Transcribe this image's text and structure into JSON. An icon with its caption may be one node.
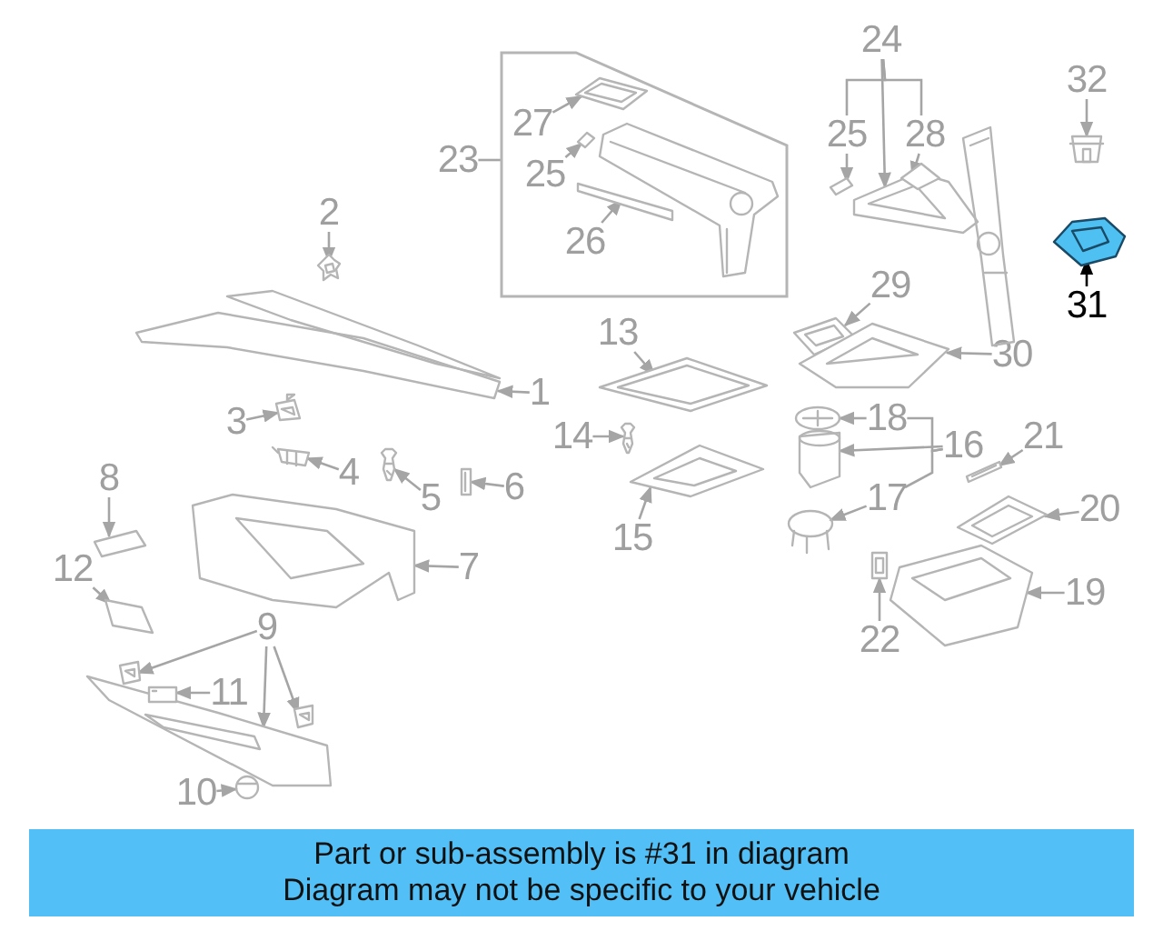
{
  "diagram": {
    "nodes": [
      {
        "text": [
          "24"
        ]
      },
      {
        "text": [
          "32"
        ]
      },
      {
        "text": [],
        "shape": "box"
      },
      {
        "text": [
          "27"
        ],
        "in": 2
      },
      {
        "text": [
          "25"
        ],
        "in": 2
      },
      {
        "text": [
          "26"
        ],
        "in": 2
      },
      {
        "text": [
          "23"
        ]
      },
      {
        "text": [
          "25"
        ]
      },
      {
        "text": [
          "28"
        ]
      },
      {
        "text": [
          "2"
        ]
      },
      {
        "text": [
          "31"
        ]
      },
      {
        "text": [
          "29"
        ]
      },
      {
        "text": [
          "13"
        ]
      },
      {
        "text": [
          "30"
        ]
      },
      {
        "text": [
          "1"
        ]
      },
      {
        "text": [
          "3"
        ]
      },
      {
        "text": [
          "18"
        ]
      },
      {
        "text": [
          "16"
        ]
      },
      {
        "text": [
          "21"
        ]
      },
      {
        "text": [
          "14"
        ]
      },
      {
        "text": [
          "4"
        ]
      },
      {
        "text": [
          "5"
        ]
      },
      {
        "text": [
          "6"
        ]
      },
      {
        "text": [
          "8"
        ]
      },
      {
        "text": [
          "17"
        ]
      },
      {
        "text": [
          "20"
        ]
      },
      {
        "text": [
          "15"
        ]
      },
      {
        "text": [
          "12"
        ]
      },
      {
        "text": [
          "7"
        ]
      },
      {
        "text": [
          "19"
        ]
      },
      {
        "text": [
          "9"
        ]
      },
      {
        "text": [
          "22"
        ]
      },
      {
        "text": [
          "11"
        ]
      },
      {
        "text": [
          "10"
        ]
      },
      {
        "text": [
          "Part or sub-assembly is #31 in diagram",
          "Diagram may not be specific to your vehicle"
        ]
      },
      {
        "text": [],
        "shape": "picture",
        "in": 2
      },
      {
        "text": [],
        "shape": "picture",
        "in": 2
      },
      {
        "text": [],
        "shape": "picture",
        "in": 2
      },
      {
        "text": [],
        "shape": "picture"
      },
      {
        "text": [],
        "shape": "picture"
      },
      {
        "text": [],
        "shape": "picture"
      },
      {
        "text": [],
        "shape": "picture"
      },
      {
        "text": [],
        "shape": "picture"
      },
      {
        "text": [],
        "shape": "picture"
      },
      {
        "text": [],
        "shape": "picture"
      },
      {
        "text": [],
        "shape": "picture"
      },
      {
        "text": [],
        "shape": "picture"
      },
      {
        "text": [],
        "shape": "picture"
      },
      {
        "text": [],
        "shape": "picture"
      },
      {
        "text": [],
        "shape": "picture"
      },
      {
        "text": [],
        "shape": "picture"
      },
      {
        "text": [],
        "shape": "picture"
      },
      {
        "text": [],
        "shape": "picture"
      },
      {
        "text": [],
        "shape": "picture"
      },
      {
        "text": [],
        "shape": "picture"
      },
      {
        "text": [],
        "shape": "picture"
      },
      {
        "text": [],
        "shape": "picture"
      },
      {
        "text": [],
        "shape": "picture"
      },
      {
        "text": [],
        "shape": "picture"
      },
      {
        "text": [],
        "shape": "picture"
      },
      {
        "text": [],
        "shape": "picture"
      },
      {
        "text": [],
        "shape": "picture"
      },
      {
        "text": [],
        "shape": "picture"
      },
      {
        "text": [],
        "shape": "picture"
      },
      {
        "text": [],
        "shape": "picture"
      },
      {
        "text": [],
        "shape": "picture"
      },
      {
        "text": [],
        "shape": "picture"
      },
      {
        "text": [],
        "shape": "picture"
      },
      {
        "text": [],
        "shape": "picture"
      },
      {
        "text": [],
        "shape": "picture",
        "in": 2
      },
      {
        "text": [],
        "shape": "picture"
      }
    ],
    "edges": [
      {
        "from": 0,
        "to": 7,
        "arrow": "none"
      },
      {
        "from": 0,
        "to": 38,
        "arrow": "to"
      },
      {
        "from": 0,
        "to": 8,
        "arrow": "none"
      },
      {
        "from": 7,
        "to": 39,
        "arrow": "to"
      },
      {
        "from": 8,
        "to": 40,
        "arrow": "to"
      },
      {
        "from": 1,
        "to": 41,
        "arrow": "to"
      },
      {
        "from": 10,
        "to": 42,
        "arrow": "to",
        "color": "#000000"
      },
      {
        "from": 6,
        "to": 2,
        "arrow": "none"
      },
      {
        "from": 3,
        "to": 35,
        "arrow": "to"
      },
      {
        "from": 4,
        "to": 36,
        "arrow": "to"
      },
      {
        "from": 5,
        "to": 37,
        "arrow": "to"
      },
      {
        "from": 9,
        "to": 43,
        "arrow": "to"
      },
      {
        "from": 14,
        "to": 44,
        "arrow": "to"
      },
      {
        "from": 15,
        "to": 45,
        "arrow": "to"
      },
      {
        "from": 20,
        "to": 46,
        "arrow": "to"
      },
      {
        "from": 21,
        "to": 47,
        "arrow": "to"
      },
      {
        "from": 22,
        "to": 48,
        "arrow": "to"
      },
      {
        "from": 28,
        "to": 49,
        "arrow": "to"
      },
      {
        "from": 23,
        "to": 50,
        "arrow": "to"
      },
      {
        "from": 27,
        "to": 51,
        "arrow": "to"
      },
      {
        "from": 30,
        "to": 52,
        "arrow": "to"
      },
      {
        "from": 30,
        "to": 53,
        "arrow": "to"
      },
      {
        "from": 30,
        "to": 54,
        "arrow": "to"
      },
      {
        "from": 32,
        "to": 55,
        "arrow": "to"
      },
      {
        "from": 33,
        "to": 56,
        "arrow": "to"
      },
      {
        "from": 12,
        "to": 57,
        "arrow": "to"
      },
      {
        "from": 19,
        "to": 58,
        "arrow": "to"
      },
      {
        "from": 26,
        "to": 59,
        "arrow": "to"
      },
      {
        "from": 11,
        "to": 60,
        "arrow": "to"
      },
      {
        "from": 13,
        "to": 61,
        "arrow": "to"
      },
      {
        "from": 16,
        "to": 62,
        "arrow": "to"
      },
      {
        "from": 17,
        "to": 16,
        "arrow": "none"
      },
      {
        "from": 17,
        "to": 63,
        "arrow": "to"
      },
      {
        "from": 17,
        "to": 24,
        "arrow": "none"
      },
      {
        "from": 24,
        "to": 64,
        "arrow": "to"
      },
      {
        "from": 18,
        "to": 65,
        "arrow": "to"
      },
      {
        "from": 25,
        "to": 66,
        "arrow": "to"
      },
      {
        "from": 29,
        "to": 67,
        "arrow": "to"
      },
      {
        "from": 31,
        "to": 68,
        "arrow": "to"
      }
    ]
  }
}
